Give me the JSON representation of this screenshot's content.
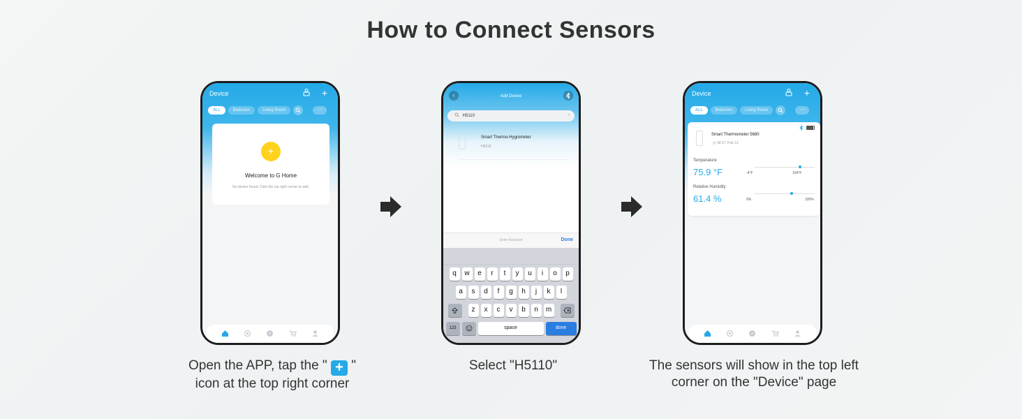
{
  "page": {
    "title": "How to Connect Sensors"
  },
  "steps": [
    {
      "caption_line1_pre": "Open the APP, tap the \"",
      "caption_line1_post": "\"",
      "caption_line2": "icon at the top right corner"
    },
    {
      "caption": "Select \"H5110\""
    },
    {
      "caption_line1": "The sensors will show in the top left",
      "caption_line2": "corner on the \"Device\" page"
    }
  ],
  "colors": {
    "accent": "#25a9e8",
    "add_yellow": "#ffd21e",
    "arrow": "#2b2b2b"
  },
  "screen1": {
    "header_title": "Device",
    "tabs": [
      "ALL",
      "Bedroom",
      "Living Room"
    ],
    "welcome_title": "Welcome to G  Home",
    "welcome_sub": "No device found. Click the top right corner to add.",
    "plus": "+"
  },
  "screen2": {
    "header_title": "Add Device",
    "search_value": "H5110",
    "result_name": "Smart Thermo-Hygrometer",
    "result_model": "H5110",
    "kb_placeholder": "Enter Keyword",
    "kb_done": "Done",
    "rows": [
      [
        "q",
        "w",
        "e",
        "r",
        "t",
        "y",
        "u",
        "i",
        "o",
        "p"
      ],
      [
        "a",
        "s",
        "d",
        "f",
        "g",
        "h",
        "j",
        "k",
        "l"
      ],
      [
        "z",
        "x",
        "c",
        "v",
        "b",
        "n",
        "m"
      ]
    ],
    "key_123": "123",
    "key_space": "space",
    "key_done": "done"
  },
  "screen3": {
    "header_title": "Device",
    "tabs": [
      "ALL",
      "Bedroom",
      "Living Room"
    ],
    "sensor_name": "Smart Thermometer 5680",
    "sensor_time": "18:27,  Feb 12",
    "temp_label": "Temperature",
    "temp_value": "75.9 °F",
    "temp_min": "-4°F",
    "temp_max": "104°F",
    "temp_level": 0.75,
    "hum_label": "Relative Humidity",
    "hum_value": "61.4 %",
    "hum_min": "0%",
    "hum_max": "100%",
    "hum_level": 0.614
  }
}
